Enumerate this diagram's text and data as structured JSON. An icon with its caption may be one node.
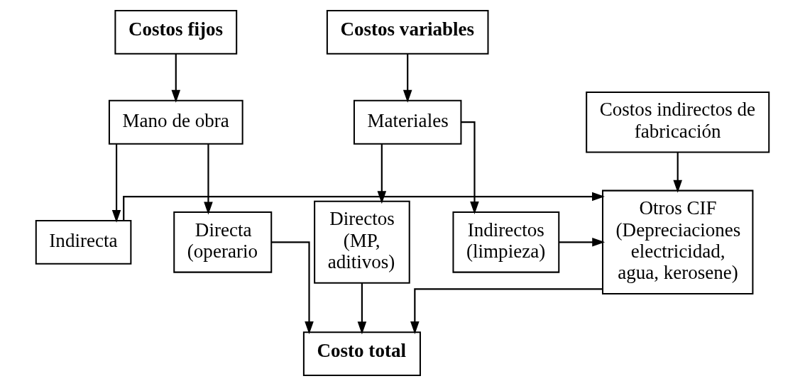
{
  "diagram": {
    "nodes": [
      {
        "text": [
          "Costos fijos"
        ]
      },
      {
        "text": [
          "Costos variables"
        ]
      },
      {
        "text": [
          "Mano de obra"
        ]
      },
      {
        "text": [
          "Costos indirectos de fabricación"
        ]
      },
      {
        "text": [
          "Materiales"
        ]
      },
      {
        "text": [
          "Directa (operario"
        ]
      },
      {
        "text": [
          "Indirecta"
        ]
      },
      {
        "text": [
          "Otros CIF (Depreciaciones electricidad, agua, kerosene)"
        ]
      },
      {
        "text": [
          "Indirectos (limpieza)"
        ]
      },
      {
        "text": [
          "Directos (MP, aditivos)"
        ]
      },
      {
        "text": [
          "Costo total"
        ]
      }
    ],
    "edges": [
      {
        "from": 0,
        "to": 2,
        "arrow": "to"
      },
      {
        "from": 1,
        "to": 4,
        "arrow": "to"
      },
      {
        "from": 2,
        "to": 5,
        "arrow": "to"
      },
      {
        "from": 2,
        "to": 6,
        "arrow": "to"
      },
      {
        "from": 3,
        "to": 7,
        "arrow": "to"
      },
      {
        "from": 4,
        "to": 8,
        "arrow": "to"
      },
      {
        "from": 4,
        "to": 9,
        "arrow": "to"
      },
      {
        "from": 6,
        "to": 7,
        "arrow": "to"
      },
      {
        "from": 8,
        "to": 7,
        "arrow": "to"
      },
      {
        "from": 7,
        "to": 10,
        "arrow": "to"
      },
      {
        "from": 5,
        "to": 10,
        "arrow": "to"
      },
      {
        "from": 9,
        "to": 10,
        "arrow": "to"
      }
    ]
  }
}
